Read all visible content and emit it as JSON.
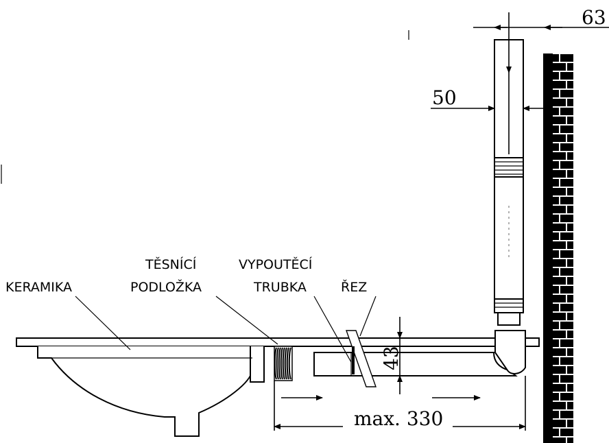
{
  "labels": {
    "keramika": "KERAMIKA",
    "tesnici_line1": "TĚSNÍCÍ",
    "tesnici_line2": "PODLOŽKA",
    "vypouteci_line1": "VYPOUTĚCÍ",
    "vypouteci_line2": "TRUBKA",
    "rez": "ŘEZ"
  },
  "dimensions": {
    "wall_offset": "63",
    "pipe_width": "50",
    "height": "43",
    "max_length": "max. 330"
  },
  "colors": {
    "line": "#000000",
    "background": "#ffffff",
    "brick": "#000000"
  }
}
